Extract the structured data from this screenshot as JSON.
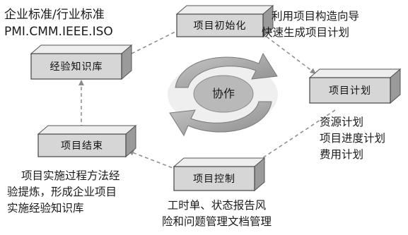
{
  "center": {
    "label": "协作"
  },
  "nodes": {
    "knowledge_base": {
      "label": "经验知识库"
    },
    "initiation": {
      "label": "项目初始化"
    },
    "planning": {
      "label": "项目计划"
    },
    "control": {
      "label": "项目控制"
    },
    "closure": {
      "label": "项目结束"
    }
  },
  "annotations": {
    "standards": [
      "企业标准/行业标准",
      "PMI.CMM.IEEE.ISO"
    ],
    "initiation_note": [
      "利用项目构造向导",
      "快速生成项目计划"
    ],
    "planning_note": [
      "资源计划",
      "项目进度计划",
      "费用计划"
    ],
    "closure_note": [
      "项目实施过程方法经",
      "验提炼，形成企业项目",
      "实施经验知识库"
    ],
    "control_note": [
      "工时单、状态报告风",
      "险和问题管理文档管理"
    ]
  },
  "colors": {
    "box_face": "#d6d6d6",
    "box_top": "#eeeeee",
    "box_side": "#9a9a9a",
    "arrow": "#8a8a8a",
    "cycle": "#a8a8a8"
  }
}
